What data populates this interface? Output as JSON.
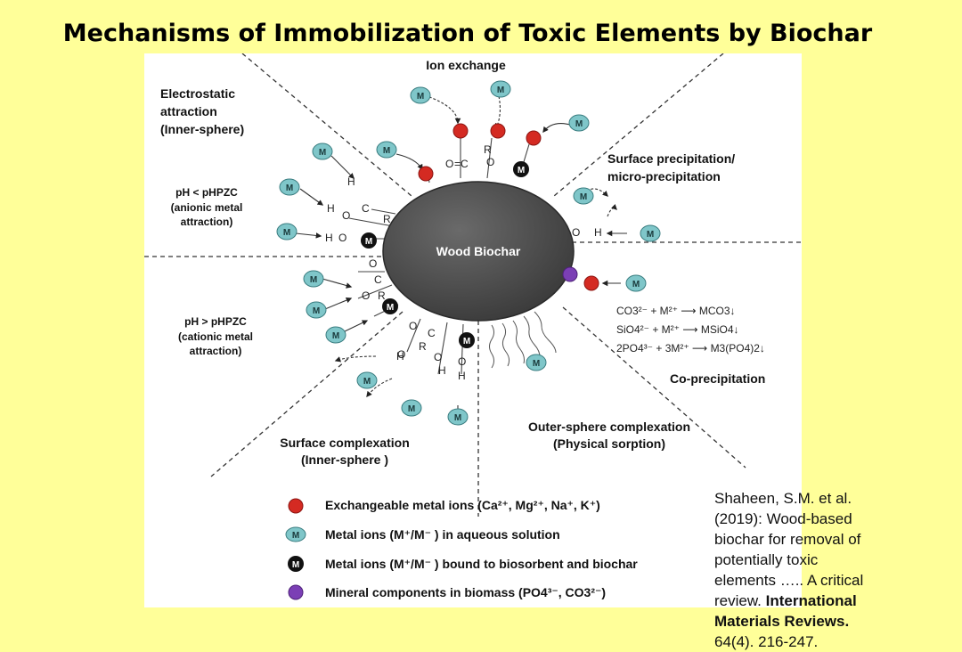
{
  "title": "Mechanisms of Immobilization of Toxic Elements by Biochar",
  "core_label": "Wood Biochar",
  "ion_symbol": "M",
  "mechanisms": {
    "ion_exchange": "Ion exchange",
    "electrostatic_1": "Electrostatic",
    "electrostatic_2": "attraction",
    "electrostatic_3": "(Inner-sphere)",
    "ph_low_1": "pH < pHPZC",
    "ph_low_2": "(anionic metal",
    "ph_low_3": "attraction)",
    "ph_high_1": "pH > pHPZC",
    "ph_high_2": "(cationic metal",
    "ph_high_3": "attraction)",
    "surface_precip_1": "Surface precipitation/",
    "surface_precip_2": "micro-precipitation",
    "coprecip": "Co-precipitation",
    "outer_sphere_1": "Outer-sphere complexation",
    "outer_sphere_2": "(Physical sorption)",
    "surface_complex_1": "Surface complexation",
    "surface_complex_2": "(Inner-sphere )"
  },
  "reactions": [
    "CO3²⁻ + M²⁺ ⟶ MCO3↓",
    "SiO4²⁻ + M²⁺ ⟶ MSiO4↓",
    "2PO4³⁻ + 3M²⁺ ⟶ M3(PO4)2↓"
  ],
  "legend": [
    {
      "label": "Exchangeable metal ions (Ca²⁺, Mg²⁺, Na⁺, K⁺)",
      "color": "#d42a22"
    },
    {
      "label": "Metal ions (M⁺/M⁻ ) in aqueous solution",
      "color": "#7fc6c9"
    },
    {
      "label": "Metal ions (M⁺/M⁻ ) bound to biosorbent and biochar",
      "color": "#111111"
    },
    {
      "label": "Mineral components in biomass (PO4³⁻, CO3²⁻)",
      "color": "#7b3fb5"
    }
  ],
  "citation": {
    "line1": "Shaheen, S.M. et al.",
    "line2": "(2019): Wood-based",
    "line3": "biochar for removal of",
    "line4": "potentially toxic",
    "line5": "elements ….. A critical",
    "line6": "review.",
    "journal_1": "International",
    "journal_2": "Materials Reviews.",
    "volume": "64(4). 216-247."
  }
}
